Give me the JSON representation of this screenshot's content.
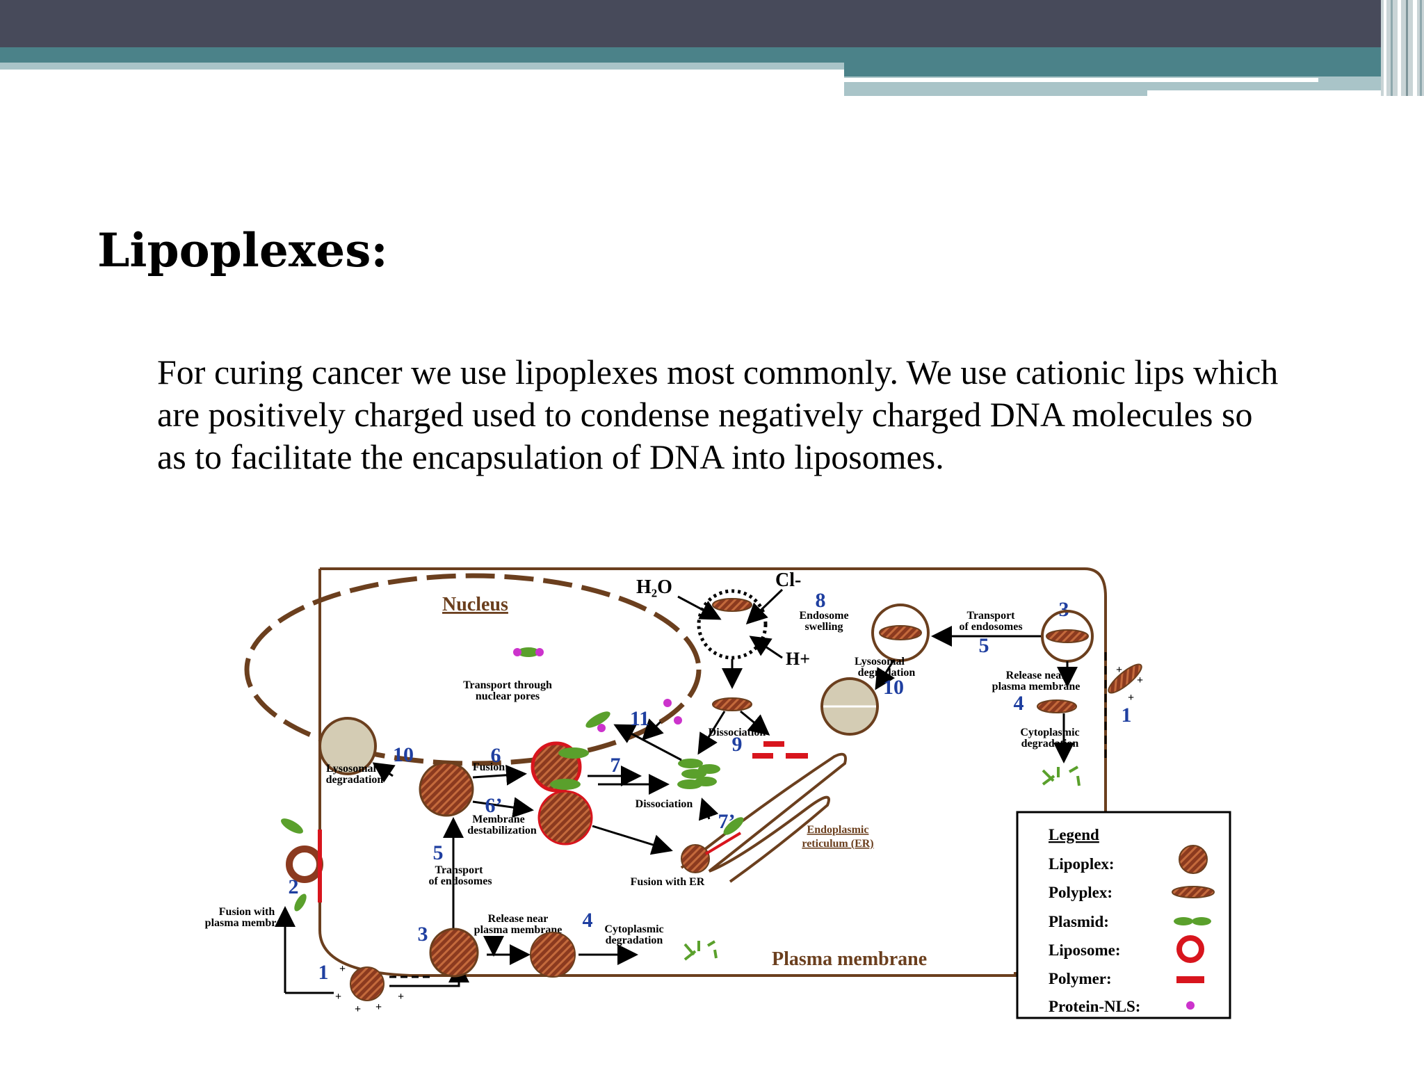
{
  "slide": {
    "title": "Lipoplexes:",
    "body": "For curing cancer we use lipoplexes most commonly. We use cationic lips which are positively charged used to condense negatively charged DNA molecules so as to facilitate the encapsulation of DNA into liposomes."
  },
  "diagram": {
    "nucleus": "Nucleus",
    "h2o": "H₂O",
    "cl": "Cl-",
    "h_plus": "H+",
    "plasma_membrane": "Plasma membrane",
    "er": {
      "line1": "Endoplasmic",
      "line2": "reticulum (ER)"
    },
    "steps": {
      "s1_left": "1",
      "s1_right": "1",
      "s2": "2",
      "s3_left": "3",
      "s3_right": "3",
      "s4_left": "4",
      "s4_right": "4",
      "s5_left": "5",
      "s5_right": "5",
      "s6": "6",
      "s6p": "6’",
      "s7": "7",
      "s7p": "7’",
      "s8": "8",
      "s9": "9",
      "s10_left": "10",
      "s10_right": "10",
      "s11": "11"
    },
    "labels": {
      "transport_pores_1": "Transport through",
      "transport_pores_2": "nuclear pores",
      "endosome_swelling_1": "Endosome",
      "endosome_swelling_2": "swelling",
      "transport_endosomes_r1": "Transport",
      "transport_endosomes_r2": "of endosomes",
      "lyso_r1": "Lysosomal",
      "lyso_r2": "degradation",
      "release_r1": "Release near",
      "release_r2": "plasma membrane",
      "cyto_r1": "Cytoplasmic",
      "cyto_r2": "degradation",
      "dissociation_top": "Dissociation",
      "lyso_l1": "Lysosomal",
      "lyso_l2": "degradation",
      "fusion": "Fusion",
      "membrane_1": "Membrane",
      "membrane_2": "destabilization",
      "dissociation_mid": "Dissociation",
      "transport_endosomes_l1": "Transport",
      "transport_endosomes_l2": "of endosomes",
      "fusion_er": "Fusion with ER",
      "fusion_pm_1": "Fusion with",
      "fusion_pm_2": "plasma membrane",
      "release_l1": "Release near",
      "release_l2": "plasma membrane",
      "cyto_l1": "Cytoplasmic",
      "cyto_l2": "degradation"
    },
    "legend": {
      "title": "Legend",
      "items": [
        "Lipoplex:",
        "Polyplex:",
        "Plasmid:",
        "Liposome:",
        "Polymer:",
        "Protein-NLS:"
      ]
    },
    "colors": {
      "vesicle": "#8b3a1f",
      "outline": "#6b3f1e",
      "plasmid": "#5aa02c",
      "liposome": "#d8151d",
      "protein": "#cc33cc",
      "step_numbers": "#1f3fa0"
    }
  }
}
